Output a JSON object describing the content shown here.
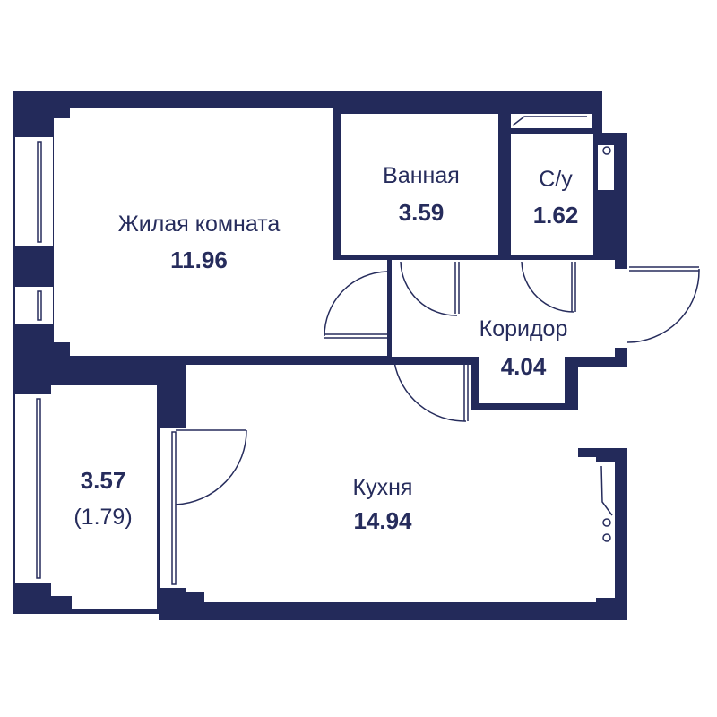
{
  "colors": {
    "wall": "#232a5a",
    "floor": "#ffffff",
    "text": "#262c5c"
  },
  "rooms": {
    "living": {
      "name": "Жилая комната",
      "area": "11.96"
    },
    "bathroom": {
      "name": "Ванная",
      "area": "3.59"
    },
    "wc": {
      "name": "С/у",
      "area": "1.62"
    },
    "corridor": {
      "name": "Коридор",
      "area": "4.04"
    },
    "kitchen": {
      "name": "Кухня",
      "area": "14.94"
    },
    "loggia": {
      "area": "3.57",
      "reduced_area": "(1.79)"
    }
  }
}
